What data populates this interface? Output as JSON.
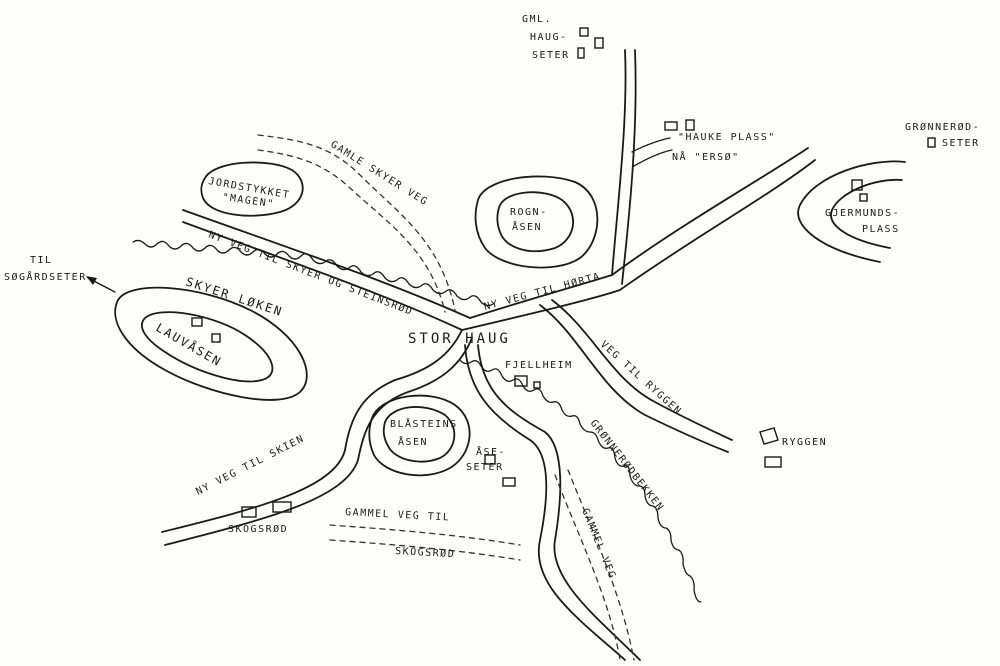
{
  "map": {
    "colors": {
      "ink": "#1a1a1a",
      "paper": "#fdfdfb"
    },
    "labels": {
      "gml_haug_seter_1": "GML.",
      "gml_haug_seter_2": "HAUG-",
      "gml_haug_seter_3": "SETER",
      "hauke_plass_1": "\"HAUKE PLASS\"",
      "hauke_plass_2": "NÅ \"ERSØ\"",
      "grennerod_seter_1": "GRØNNERØD-",
      "grennerod_seter_2": "SETER",
      "gjermunds_1": "GJERMUNDS-",
      "gjermunds_2": "PLASS",
      "jordstykket_1": "JORDSTYKKET",
      "jordstykket_2": "\"MAGEN\"",
      "gamle_skyer_veg": "GAMLE SKYER VEG",
      "rognasen_1": "ROGN-",
      "rognasen_2": "ÅSEN",
      "ny_veg_skyer": "NY VEG TIL SKYER OG STEINSRØD",
      "ny_veg_horta": "NY VEG TIL HØRTA",
      "til_sogardseter_1": "TIL",
      "til_sogardseter_2": "SØGÅRDSETER",
      "skyer_loken": "SKYER LØKEN",
      "lauvasen": "LAUVÅSEN",
      "stor_haug": "STOR HAUG",
      "fjellheim": "FJELLHEIM",
      "veg_til_ryggen": "VEG TIL RYGGEN",
      "ryggen": "RYGGEN",
      "blasteins_1": "BLÅSTEINS",
      "blasteins_2": "ÅSEN",
      "ase_seter_1": "ÅSE-",
      "ase_seter_2": "SETER",
      "grennerod_bekken": "GRØNNERØDBEKKEN",
      "ny_veg_skien": "NY VEG TIL SKIEN",
      "skogsrod": "SKOGSRØD",
      "gammel_veg_skogsrod_1": "GAMMEL VEG TIL",
      "gammel_veg_skogsrod_2": "SKOGSRØD",
      "gammel_veg": "GAMMEL VEG"
    }
  }
}
